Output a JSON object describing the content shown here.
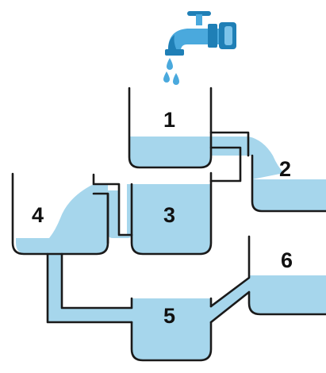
{
  "colors": {
    "water": "#a6d6ec",
    "faucet_dark": "#1f7fb6",
    "faucet_light": "#4aa9dd",
    "walls": "#1a1a1a"
  },
  "icons": [
    "faucet-icon",
    "water-drop-icon"
  ],
  "containers": [
    {
      "label": "1"
    },
    {
      "label": "2"
    },
    {
      "label": "3"
    },
    {
      "label": "4"
    },
    {
      "label": "5"
    },
    {
      "label": "6"
    }
  ]
}
